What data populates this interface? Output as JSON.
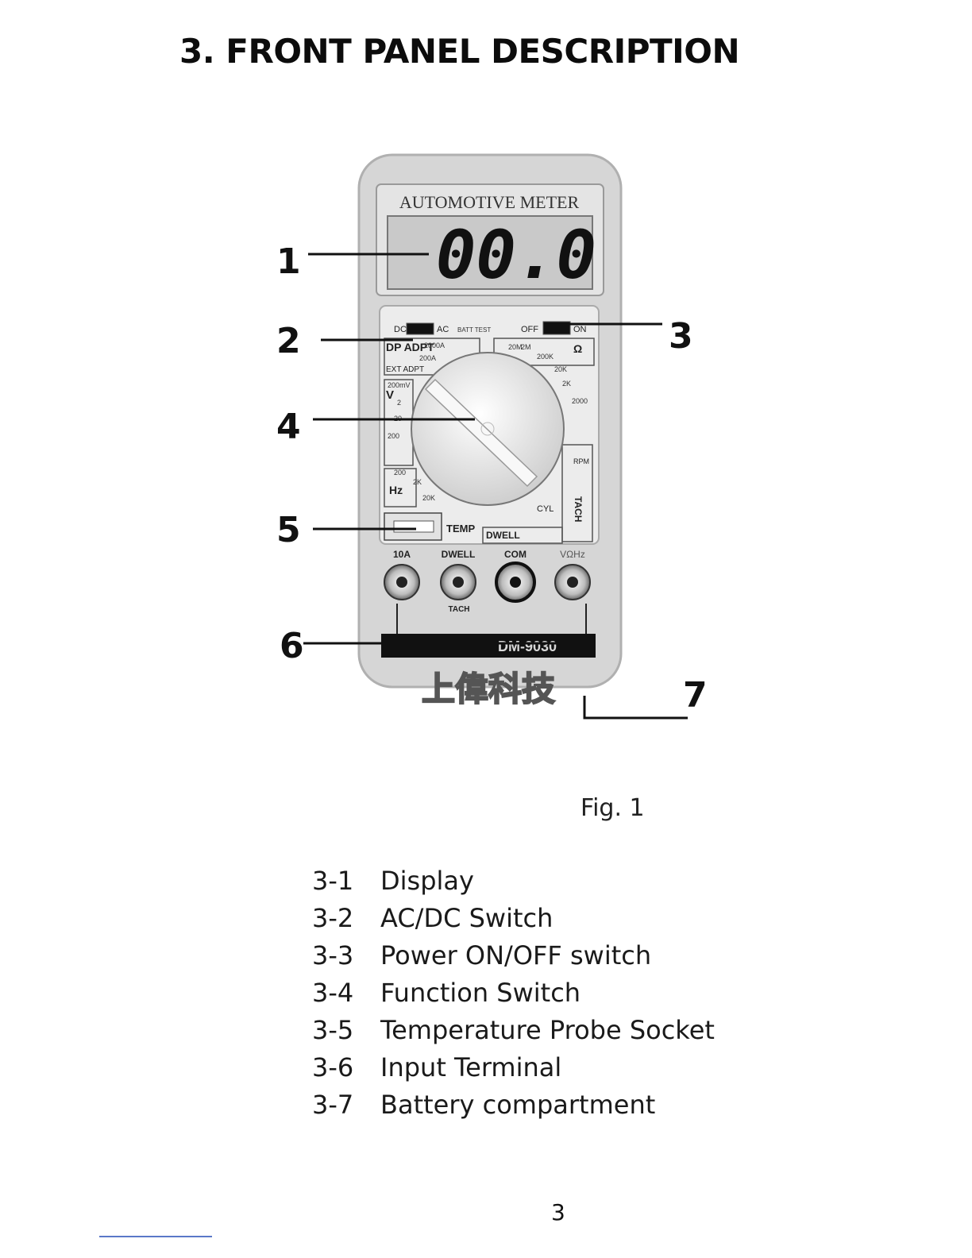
{
  "heading": "3. FRONT PANEL DESCRIPTION",
  "meter": {
    "title": "AUTOMOTIVE METER",
    "reading": "00.0",
    "switch_dc": "DC",
    "switch_ac": "AC",
    "batt_test": "BATT TEST",
    "power_off": "OFF",
    "power_on": "ON",
    "dp_adpt": "DP ADPT",
    "ext_adpt": "EXT ADPT",
    "v_label": "V",
    "ohm_label": "Ω",
    "hz_label": "Hz",
    "temp_label": "TEMP",
    "dwell_label": "DWELL",
    "tach_label": "TACH",
    "cyl_label": "CYL",
    "rpm_label": "RPM",
    "range_labels": [
      "20M",
      "2M",
      "200K",
      "20K",
      "2K",
      "2000",
      "200mV",
      "2",
      "20",
      "200",
      "200",
      "2K",
      "20K",
      "2000A",
      "200A"
    ],
    "terminals": [
      "10A",
      "DWELL",
      "COM",
      "VΩHz"
    ],
    "tach_small": "TACH",
    "model": "DM-9030",
    "brand_chinese": "上偉科技"
  },
  "callouts": [
    "1",
    "2",
    "3",
    "4",
    "5",
    "6",
    "7"
  ],
  "fig_caption": "Fig. 1",
  "parts": [
    {
      "num": "3-1",
      "name": "Display"
    },
    {
      "num": "3-2",
      "name": "AC/DC Switch"
    },
    {
      "num": "3-3",
      "name": "Power ON/OFF switch"
    },
    {
      "num": "3-4",
      "name": "Function Switch"
    },
    {
      "num": "3-5",
      "name": "Temperature Probe Socket"
    },
    {
      "num": "3-6",
      "name": "Input Terminal"
    },
    {
      "num": "3-7",
      "name": "Battery compartment"
    }
  ],
  "page_number": "3"
}
